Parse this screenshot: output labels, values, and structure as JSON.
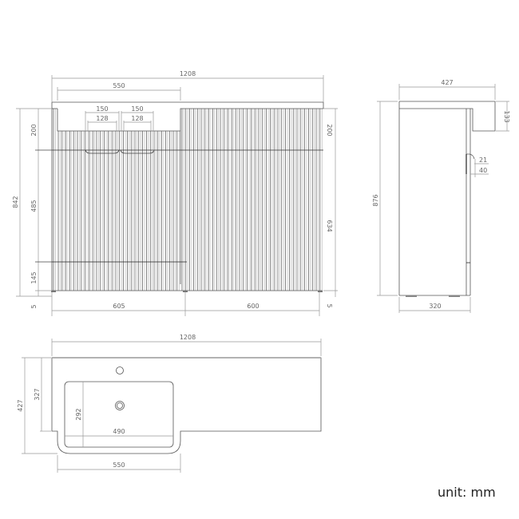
{
  "title": "Vanity unit technical drawing",
  "unit_label": "unit: mm",
  "colors": {
    "line": "#555555",
    "dim_line": "#999999",
    "text": "#666666",
    "flute_dark": "#333333",
    "flute_light": "#aaaaaa"
  },
  "front_view": {
    "overall_width": "1208",
    "basin_width": "550",
    "handle_pitch_left": "150",
    "handle_hole_left": "128",
    "handle_pitch_right": "150",
    "handle_hole_right": "128",
    "top_height_left": "200",
    "overall_height": "842",
    "door_height": "485",
    "drawer_height": "145",
    "plinth_left": "5",
    "top_height_right": "200",
    "right_door_height": "634",
    "plinth_right": "5",
    "left_cabinet_width": "605",
    "right_cabinet_width": "600"
  },
  "side_view": {
    "overall_depth": "427",
    "worktop_thickness": "133",
    "handle_recess": "21",
    "handle_height": "40",
    "overall_height": "876",
    "cabinet_depth": "320"
  },
  "plan_view": {
    "overall_width": "1208",
    "overall_depth": "427",
    "worktop_depth": "327",
    "bowl_depth": "292",
    "bowl_width": "490",
    "basin_width": "550"
  }
}
